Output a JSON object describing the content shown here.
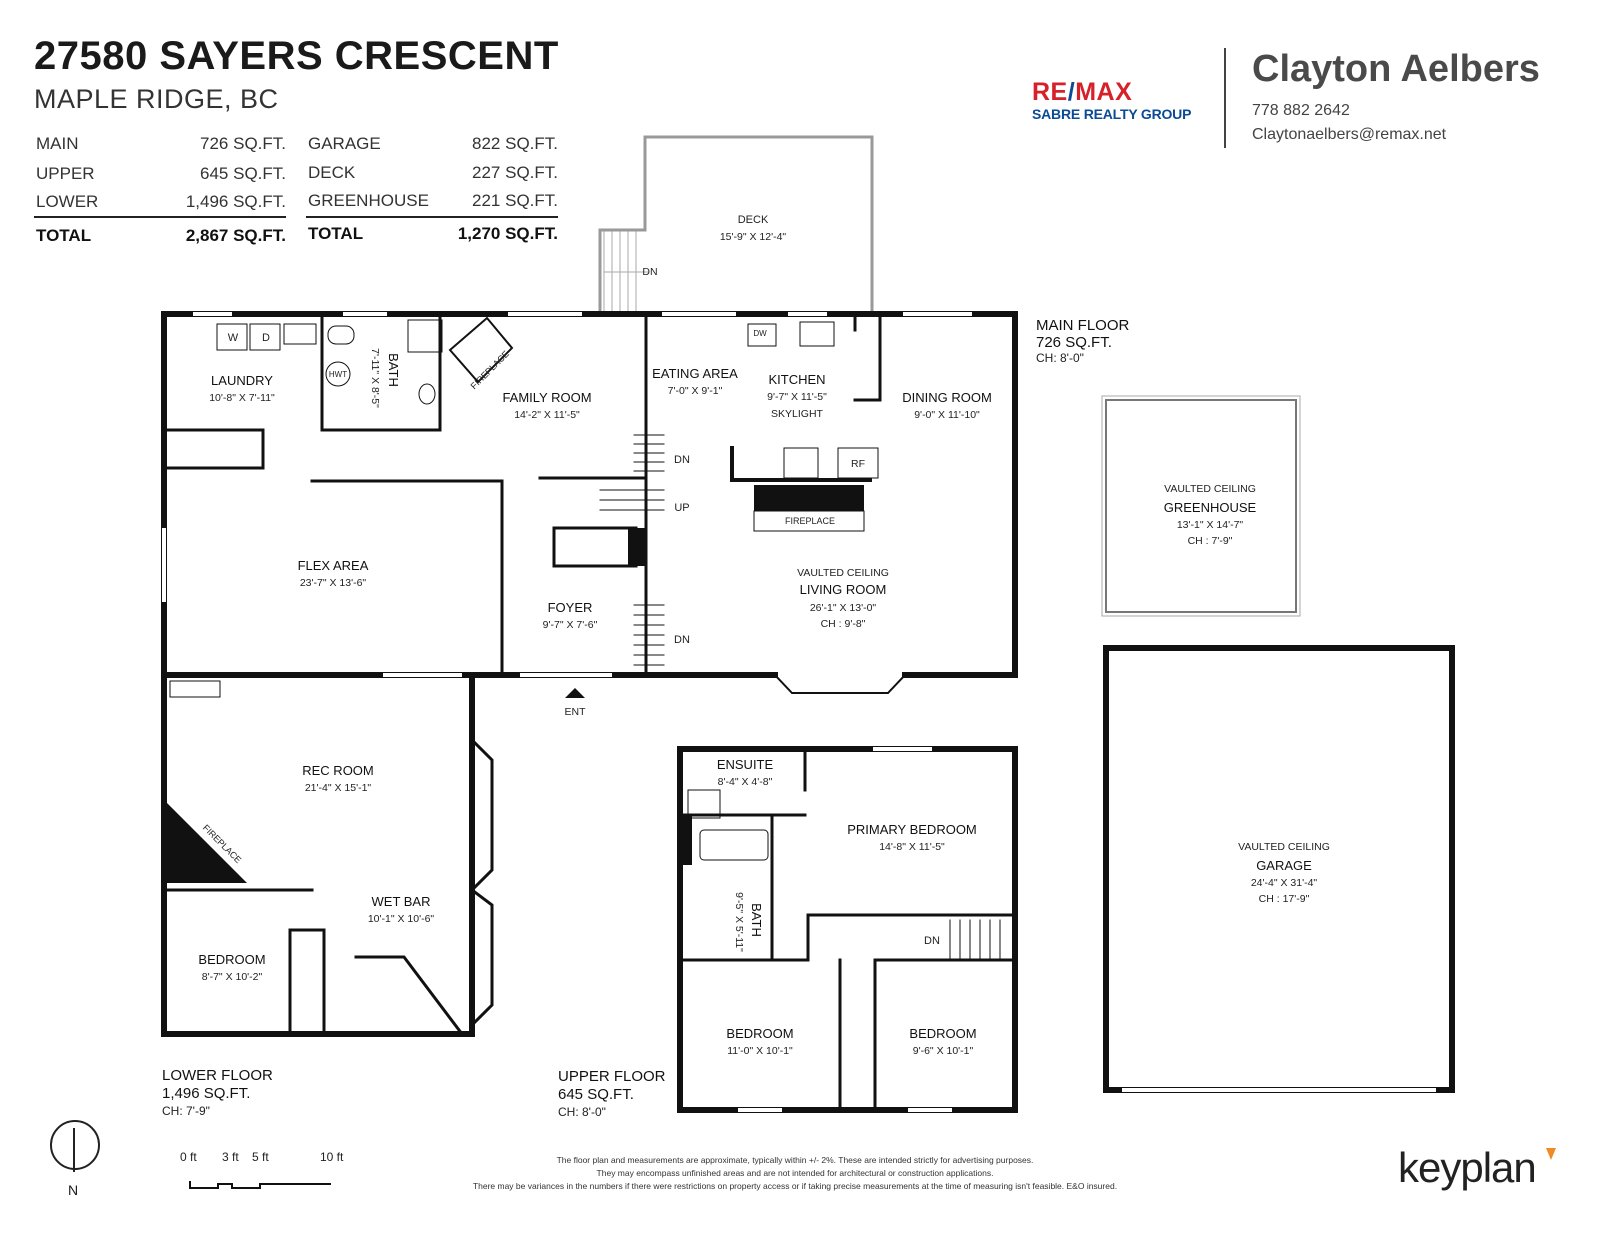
{
  "header": {
    "address": "27580 SAYERS CRESCENT",
    "city": "MAPLE RIDGE, BC"
  },
  "areas_left": [
    {
      "label": "MAIN",
      "value": "726 SQ.FT."
    },
    {
      "label": "UPPER",
      "value": "645 SQ.FT."
    },
    {
      "label": "LOWER",
      "value": "1,496 SQ.FT."
    }
  ],
  "areas_left_total": {
    "label": "TOTAL",
    "value": "2,867 SQ.FT."
  },
  "areas_right": [
    {
      "label": "GARAGE",
      "value": "822 SQ.FT."
    },
    {
      "label": "DECK",
      "value": "227 SQ.FT."
    },
    {
      "label": "GREENHOUSE",
      "value": "221 SQ.FT."
    }
  ],
  "areas_right_total": {
    "label": "TOTAL",
    "value": "1,270 SQ.FT."
  },
  "brand": {
    "remax_a": "RE",
    "remax_slash": "/",
    "remax_b": "MAX",
    "remax_sub": "SABRE REALTY GROUP",
    "remax_red": "#d6202a",
    "remax_blue": "#0b4a94"
  },
  "agent": {
    "name": "Clayton Aelbers",
    "phone": "778 882 2642",
    "email": "Claytonaelbers@remax.net"
  },
  "rooms": {
    "deck": {
      "name": "DECK",
      "dims": "15'-9\" X 12'-4\""
    },
    "deck_dn": "DN",
    "laundry": {
      "name": "LAUNDRY",
      "dims": "10'-8\" X 7'-11\""
    },
    "laundry_w": "W",
    "laundry_d": "D",
    "hwt": "HWT",
    "bath_main": {
      "name": "BATH",
      "dims": "7'-11\" X 8'-5\""
    },
    "fireplace_main": "FIREPLACE",
    "family": {
      "name": "FAMILY ROOM",
      "dims": "14'-2\" X 11'-5\""
    },
    "eating": {
      "name": "EATING AREA",
      "dims": "7'-0\" X 9'-1\""
    },
    "kitchen": {
      "name": "KITCHEN",
      "dims": "9'-7\" X 11'-5\"",
      "note": "SKYLIGHT"
    },
    "dw": "DW",
    "rf": "RF",
    "dining": {
      "name": "DINING ROOM",
      "dims": "9'-0\" X 11'-10\""
    },
    "flex": {
      "name": "FLEX AREA",
      "dims": "23'-7\" X 13'-6\""
    },
    "foyer": {
      "name": "FOYER",
      "dims": "9'-7\" X 7'-6\""
    },
    "living": {
      "prefix": "VAULTED CEILING",
      "name": "LIVING ROOM",
      "dims": "26'-1\" X 13'-0\"",
      "ch": "CH : 9'-8\""
    },
    "fireplace_living": "FIREPLACE",
    "stairs_dn1": "DN",
    "stairs_up": "UP",
    "stairs_dn2": "DN",
    "entrance": "ENT",
    "greenhouse": {
      "prefix": "VAULTED CEILING",
      "name": "GREENHOUSE",
      "dims": "13'-1\" X 14'-7\"",
      "ch": "CH : 7'-9\""
    },
    "rec": {
      "name": "REC ROOM",
      "dims": "21'-4\" X 15'-1\""
    },
    "fireplace_rec": "FIREPLACE",
    "wetbar": {
      "name": "WET BAR",
      "dims": "10'-1\" X 10'-6\""
    },
    "bedroom_lower": {
      "name": "BEDROOM",
      "dims": "8'-7\" X 10'-2\""
    },
    "ensuite": {
      "name": "ENSUITE",
      "dims": "8'-4\" X 4'-8\""
    },
    "primary": {
      "name": "PRIMARY BEDROOM",
      "dims": "14'-8\" X 11'-5\""
    },
    "bath_upper": {
      "name": "BATH",
      "dims": "9'-5\" X 5'-11\""
    },
    "stairs_upper_dn": "DN",
    "bedroom_upper1": {
      "name": "BEDROOM",
      "dims": "11'-0\" X 10'-1\""
    },
    "bedroom_upper2": {
      "name": "BEDROOM",
      "dims": "9'-6\" X 10'-1\""
    },
    "garage": {
      "prefix": "VAULTED CEILING",
      "name": "GARAGE",
      "dims": "24'-4\" X 31'-4\"",
      "ch": "CH : 17'-9\""
    }
  },
  "floors": {
    "main": {
      "name": "MAIN FLOOR",
      "area": "726 SQ.FT.",
      "ch": "CH: 8'-0\""
    },
    "lower": {
      "name": "LOWER FLOOR",
      "area": "1,496 SQ.FT.",
      "ch": "CH: 7'-9\""
    },
    "upper": {
      "name": "UPPER FLOOR",
      "area": "645 SQ.FT.",
      "ch": "CH: 8'-0\""
    }
  },
  "scale": {
    "l0": "0 ft",
    "l3": "3 ft",
    "l5": "5 ft",
    "l10": "10 ft"
  },
  "compass": {
    "label": "N"
  },
  "disclaimer": {
    "line1": "The floor plan and measurements are approximate, typically within +/- 2%. These are intended strictly for advertising purposes.",
    "line2": "They may encompass unfinished areas and are not intended for architectural or construction applications.",
    "line3": "There may be variances in the numbers if there were restrictions on property access or if taking precise measurements at the time of measuring isn't feasible. E&O insured."
  },
  "footer_brand": "keyplan",
  "footer_brand_color": "#f08a24"
}
